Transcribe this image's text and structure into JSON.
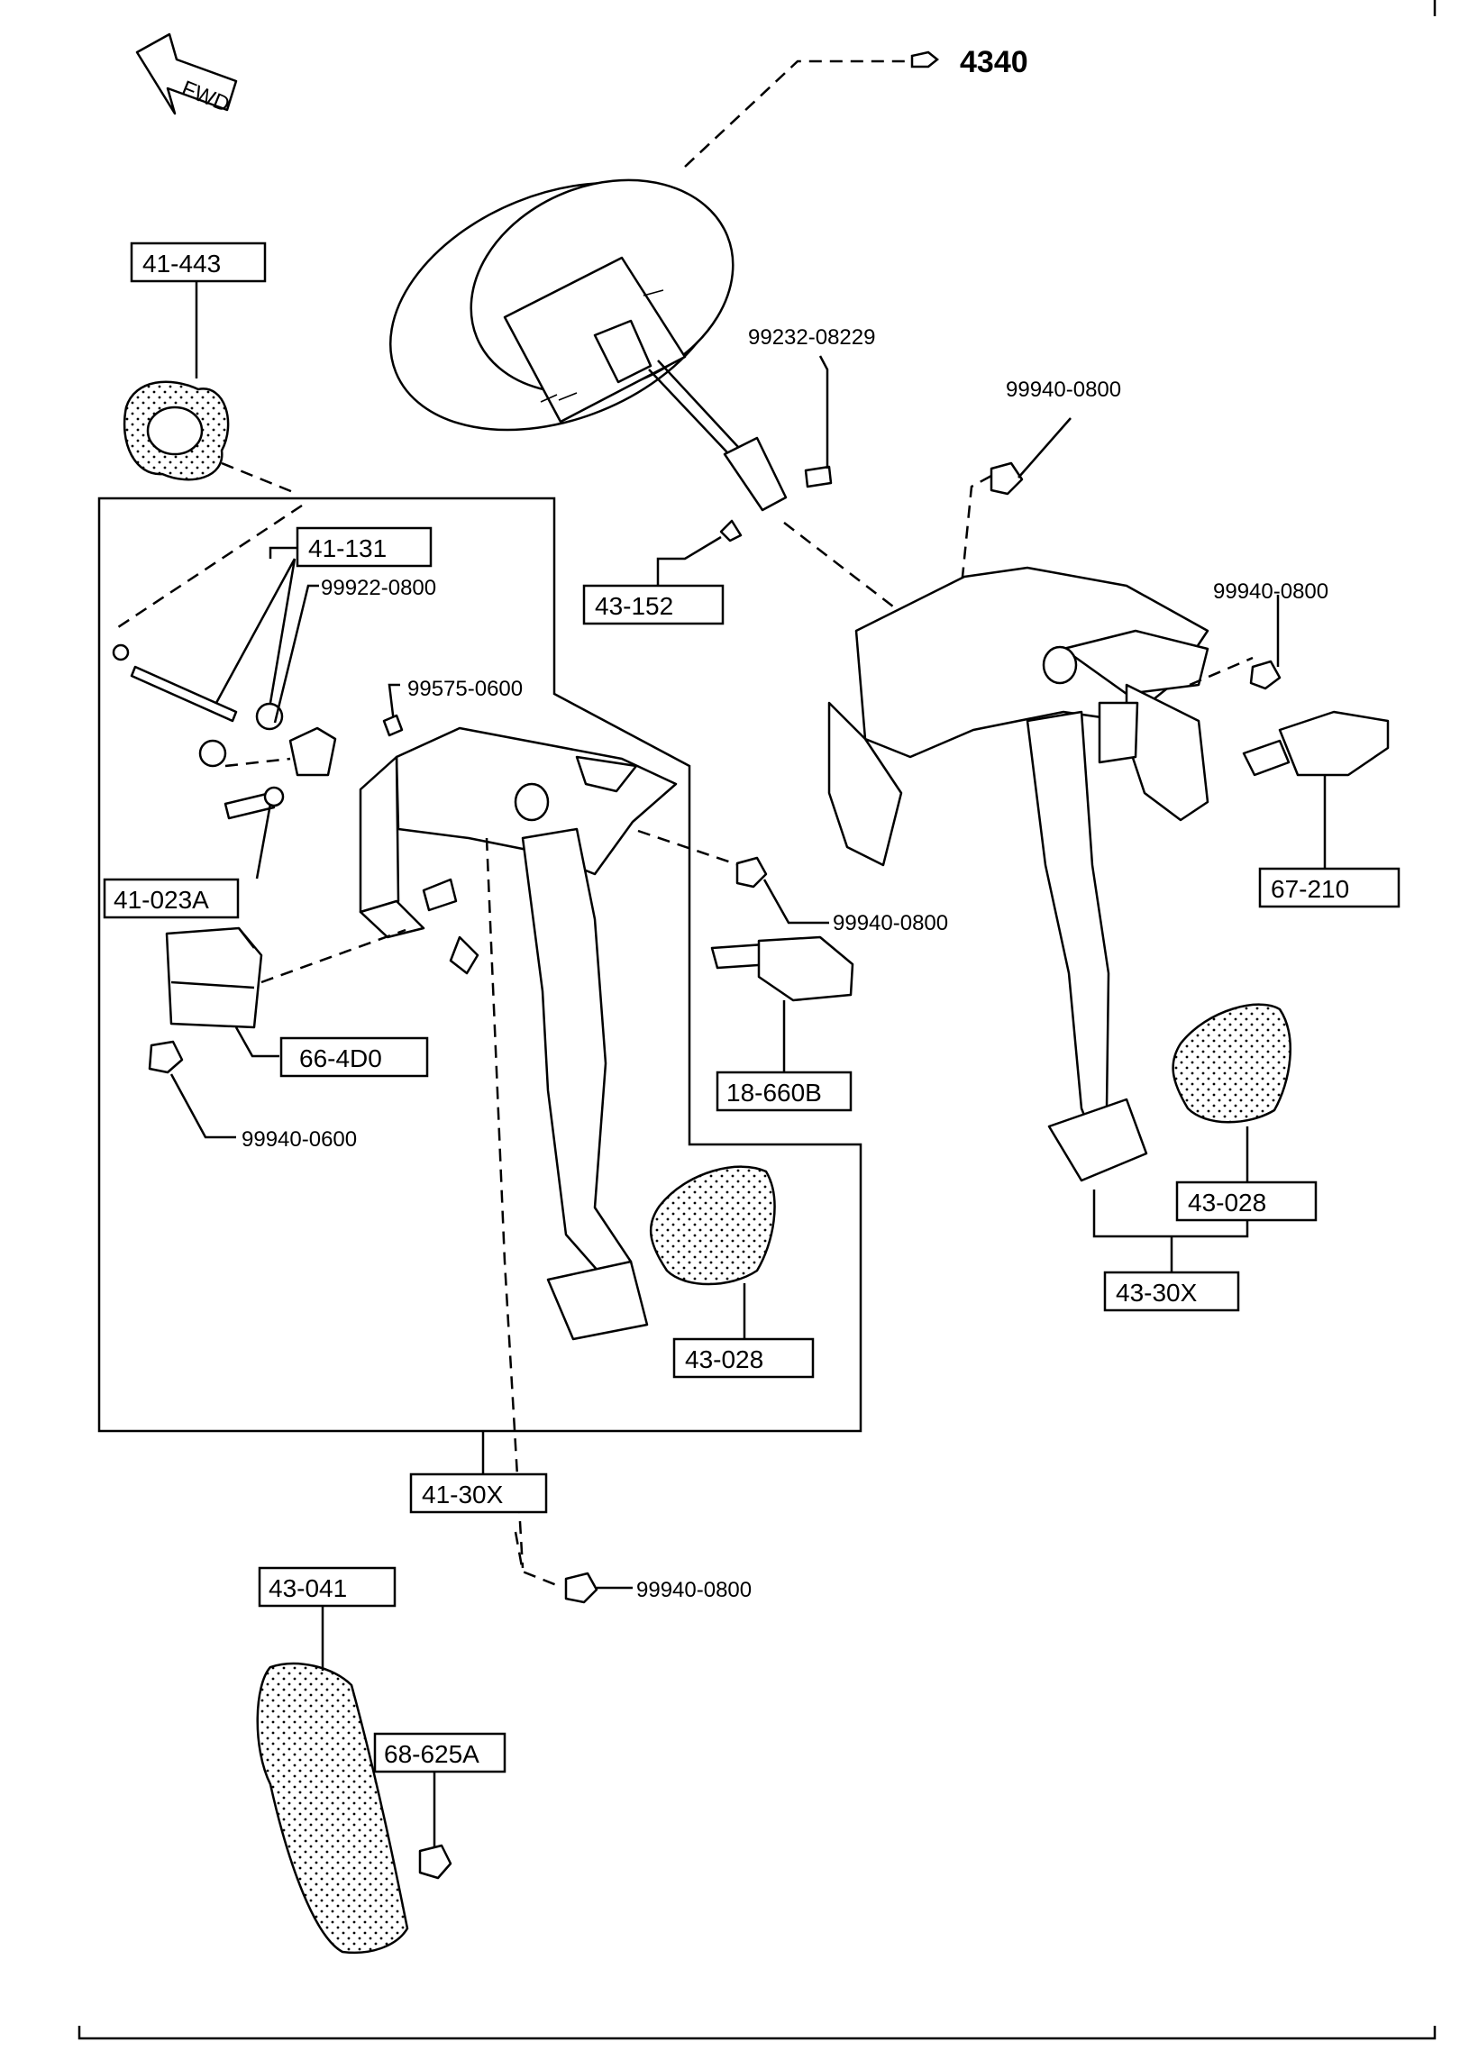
{
  "direction": {
    "fwd_label": "FWD"
  },
  "reference": {
    "group": "4340"
  },
  "callouts": {
    "c41_443": "41-443",
    "c41_131": "41-131",
    "c99922_0800": "99922-0800",
    "c99575_0600": "99575-0600",
    "c41_023A": "41-023A",
    "c66_4D0": "66-4D0",
    "c99940_0600": "99940-0600",
    "c99232_08229": "99232-08229",
    "c43_152": "43-152",
    "c99940_0800_a": "99940-0800",
    "c99940_0800_b": "99940-0800",
    "c99940_0800_c": "99940-0800",
    "c99940_0800_d": "99940-0800",
    "c67_210": "67-210",
    "c18_660B": "18-660B",
    "c43_028_left": "43-028",
    "c43_028_right": "43-028",
    "c43_30X": "43-30X",
    "c41_30X": "41-30X",
    "c43_041": "43-041",
    "c68_625A": "68-625A"
  }
}
